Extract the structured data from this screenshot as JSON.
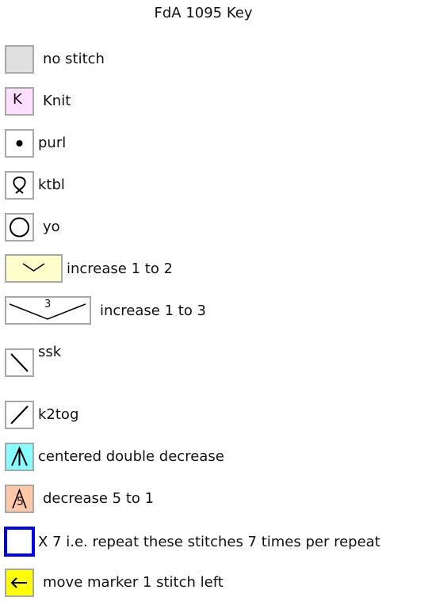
{
  "title": "FdA 1095 Key",
  "colors": {
    "no_stitch": "#e0e0e0",
    "knit": "#ffddff",
    "increase_1_to_2": "#ffffcc",
    "centered_double_decrease": "#88ffff",
    "decrease_5_to_1": "#ffc8a8",
    "repeat_border": "#0000ff",
    "move_marker": "#ffff00",
    "symbol_border": "#a8a8a8"
  },
  "items": [
    {
      "symbol": "",
      "label": "no stitch",
      "icon": "blank-square-icon"
    },
    {
      "symbol": "K",
      "label": "Knit",
      "icon": "letter-k-icon"
    },
    {
      "symbol": "",
      "label": "purl",
      "icon": "dot-icon"
    },
    {
      "symbol": "",
      "label": "ktbl",
      "icon": "twisted-loop-icon"
    },
    {
      "symbol": "",
      "label": "yo",
      "icon": "circle-icon"
    },
    {
      "symbol": "",
      "label": "increase 1 to 2",
      "icon": "v-shape-icon"
    },
    {
      "symbol": "3",
      "label": "increase 1 to 3",
      "icon": "wide-v-shape-icon"
    },
    {
      "symbol": "",
      "label": "ssk",
      "icon": "backslash-icon"
    },
    {
      "symbol": "",
      "label": "k2tog",
      "icon": "forward-slash-icon"
    },
    {
      "symbol": "",
      "label": "centered double decrease",
      "icon": "inverted-v-icon"
    },
    {
      "symbol": "5",
      "label": "decrease 5 to 1",
      "icon": "inverted-v-five-icon"
    },
    {
      "symbol": "",
      "label": "X 7 i.e. repeat these stitches 7 times per repeat",
      "icon": "blue-outline-square-icon"
    },
    {
      "symbol": "",
      "label": "move marker 1 stitch left",
      "icon": "left-arrow-icon"
    }
  ]
}
